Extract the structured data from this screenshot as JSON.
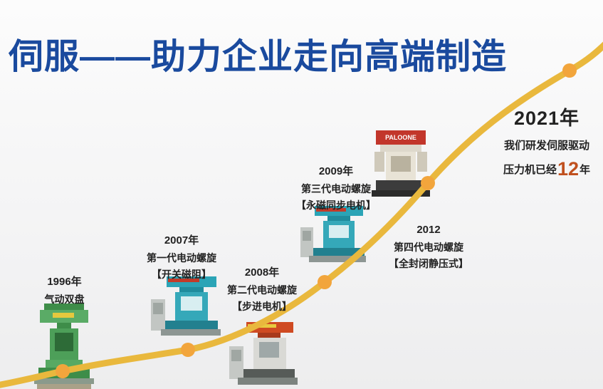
{
  "title": "伺服——助力企业走向高端制造",
  "milestones": [
    {
      "id": "1996",
      "year": "1996年",
      "name": "气动双盘",
      "tag": ""
    },
    {
      "id": "2007",
      "year": "2007年",
      "name": "第一代电动螺旋",
      "tag": "【开关磁阻】"
    },
    {
      "id": "2008",
      "year": "2008年",
      "name": "第二代电动螺旋",
      "tag": "【步进电机】"
    },
    {
      "id": "2009",
      "year": "2009年",
      "name": "第三代电动螺旋",
      "tag": "【永磁同步电机】"
    },
    {
      "id": "2012",
      "year": "2012",
      "name": "第四代电动螺旋",
      "tag": "【全封闭静压式】"
    }
  ],
  "endpoint": {
    "year": "2021年",
    "line1": "我们研发伺服驱动",
    "line2_prefix": "压力机已经",
    "years_count": "12",
    "line2_suffix": "年"
  },
  "machine_brand": "PALOONE",
  "colors": {
    "title_blue": "#1a4a9e",
    "curve_gold": "#e9b83d",
    "dot_orange": "#f2a53c",
    "accent_red": "#c0501e",
    "text_dark": "#222222"
  }
}
